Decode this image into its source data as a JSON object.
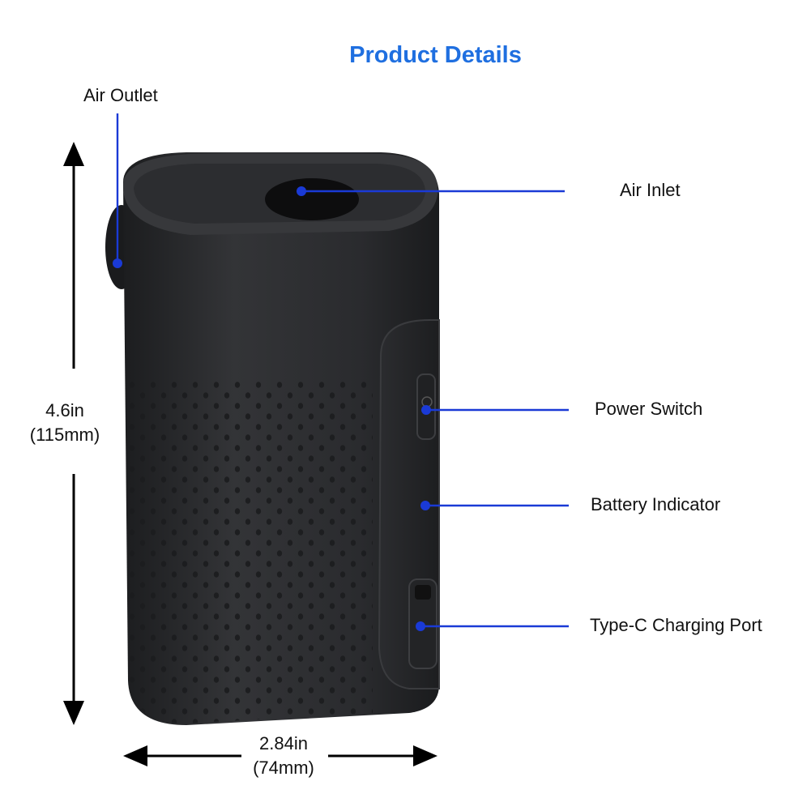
{
  "header": {
    "title": "Product Details"
  },
  "callouts": {
    "air_outlet": "Air Outlet",
    "air_inlet": "Air Inlet",
    "power_switch": "Power Switch",
    "battery_indicator": "Battery Indicator",
    "type_c_port": "Type-C Charging Port"
  },
  "dimensions": {
    "height_in": "4.6in",
    "height_mm": "(115mm)",
    "width_in": "2.84in",
    "width_mm": "(74mm)"
  },
  "colors": {
    "accent": "#1f6fe0",
    "leader": "#1a3ad6",
    "device": "#2a2b2d"
  }
}
